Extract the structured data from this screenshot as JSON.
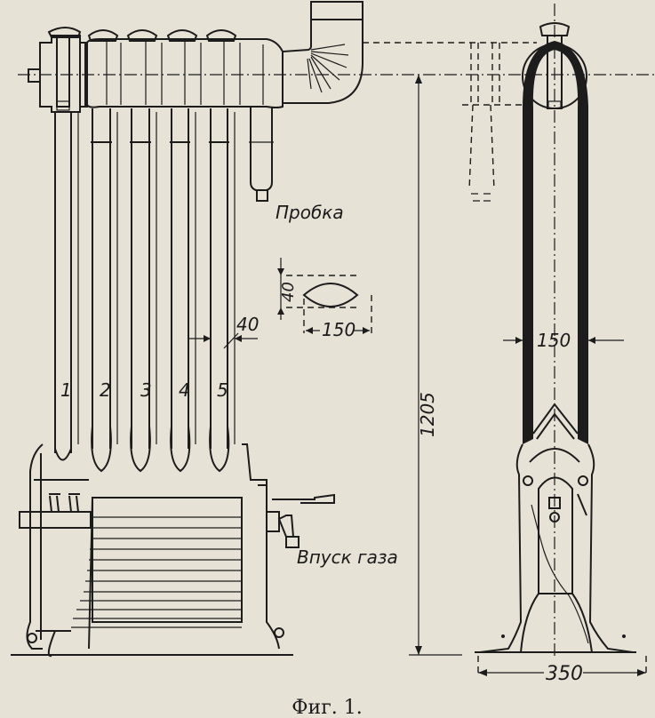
{
  "figure": {
    "caption": "Фиг. 1.",
    "labels": {
      "plug": "Пробка",
      "gas_inlet": "Впуск газа"
    },
    "tube_numbers": [
      "1",
      "2",
      "3",
      "4",
      "5"
    ],
    "dimensions": {
      "tube_section_height": "40",
      "tube_section_width": "150",
      "tube_spacing": "40",
      "overall_height": "1205",
      "side_tube_width": "150",
      "base_width": "350"
    }
  },
  "colors": {
    "paper": "#e6e2d6",
    "ink": "#1c1c1c"
  }
}
